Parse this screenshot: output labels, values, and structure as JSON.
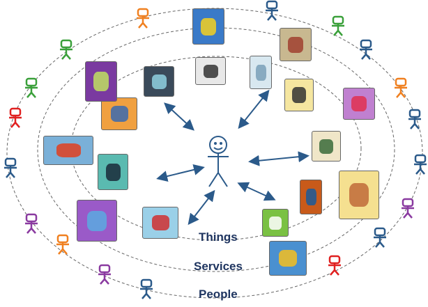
{
  "labels": {
    "things": "Things",
    "services": "Services",
    "people": "People"
  },
  "colors": {
    "label": "#1f3560",
    "arrow": "#2b5a8a",
    "ring": "#555555",
    "user": "#2b5a8a"
  },
  "things": [
    {
      "name": "tv-icon",
      "color": "#3a4a5a",
      "accent": "#8fd0e0"
    },
    {
      "name": "hairdryer-icon",
      "color": "#e8e8e8",
      "accent": "#333333"
    },
    {
      "name": "refrigerator-icon",
      "color": "#d8e8f0",
      "accent": "#7aa0b8"
    },
    {
      "name": "washing-machine-icon",
      "color": "#f5e6a0",
      "accent": "#333333"
    },
    {
      "name": "window-icon",
      "color": "#f0e6c8",
      "accent": "#3a6a3a"
    },
    {
      "name": "door-icon",
      "color": "#c85a1a",
      "accent": "#1a5a9a"
    },
    {
      "name": "key-icon",
      "color": "#7ac143",
      "accent": "#ffffff"
    },
    {
      "name": "thermometer-icon",
      "color": "#9ad0e8",
      "accent": "#d03030"
    },
    {
      "name": "lamp-icon",
      "color": "#5abab0",
      "accent": "#1a2a3a"
    },
    {
      "name": "router-icon",
      "color": "#f0a040",
      "accent": "#3a6ab0"
    }
  ],
  "services": [
    {
      "name": "taxi-icon",
      "color": "#3a7ac8",
      "accent": "#f5d020"
    },
    {
      "name": "map-icon",
      "color": "#c8b890",
      "accent": "#a04030"
    },
    {
      "name": "car-wash-icon",
      "color": "#c080d0",
      "accent": "#e03050"
    },
    {
      "name": "hotel-icon",
      "color": "#f5e090",
      "accent": "#c06a3a"
    },
    {
      "name": "chat-faces-icon",
      "color": "#4a90d0",
      "accent": "#f5c020"
    },
    {
      "name": "luggage-icon",
      "color": "#9a5ac8",
      "accent": "#5aaae0"
    },
    {
      "name": "store-icon",
      "color": "#7ab0d8",
      "accent": "#e04020"
    },
    {
      "name": "shopping-bag-icon",
      "color": "#7a3aa0",
      "accent": "#c0e060"
    }
  ],
  "people": [
    "#f08020",
    "#2b5a8a",
    "#3aa03a",
    "#2b5a8a",
    "#f08020",
    "#2b5a8a",
    "#2b5a8a",
    "#8a3aa0",
    "#2b5a8a",
    "#e02020",
    "#3aa03a",
    "#3aa03a",
    "#e02020",
    "#2b5a8a",
    "#8a3aa0",
    "#f08020",
    "#8a3aa0",
    "#2b5a8a"
  ]
}
